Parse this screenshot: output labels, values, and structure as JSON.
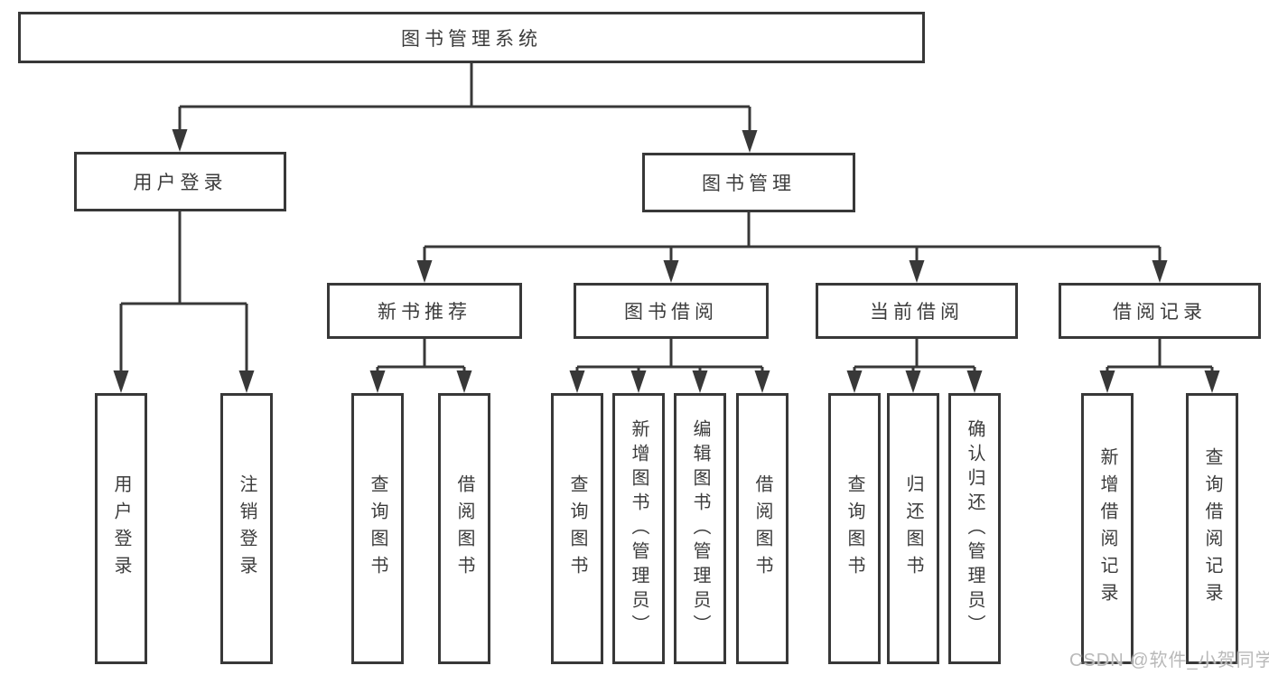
{
  "diagram": {
    "watermark": "CSDN @软件_小贺同学",
    "colors": {
      "background": "#ffffff",
      "line": "#383838",
      "box_border": "#383838",
      "text": "#3c3c3c",
      "watermark": "#b9b9b9"
    },
    "root": {
      "label": "图书管理系统",
      "children": [
        {
          "label": "用户登录",
          "children": [
            {
              "label": "用户登录"
            },
            {
              "label": "注销登录"
            }
          ]
        },
        {
          "label": "图书管理",
          "children": [
            {
              "label": "新书推荐",
              "children": [
                {
                  "label": "查询图书"
                },
                {
                  "label": "借阅图书"
                }
              ]
            },
            {
              "label": "图书借阅",
              "children": [
                {
                  "label": "查询图书"
                },
                {
                  "label": "新增图书（管理员）"
                },
                {
                  "label": "编辑图书（管理员）"
                },
                {
                  "label": "借阅图书"
                }
              ]
            },
            {
              "label": "当前借阅",
              "children": [
                {
                  "label": "查询图书"
                },
                {
                  "label": "归还图书"
                },
                {
                  "label": "确认归还（管理员）"
                }
              ]
            },
            {
              "label": "借阅记录",
              "children": [
                {
                  "label": "新增借阅记录"
                },
                {
                  "label": "查询借阅记录"
                }
              ]
            }
          ]
        }
      ]
    }
  }
}
